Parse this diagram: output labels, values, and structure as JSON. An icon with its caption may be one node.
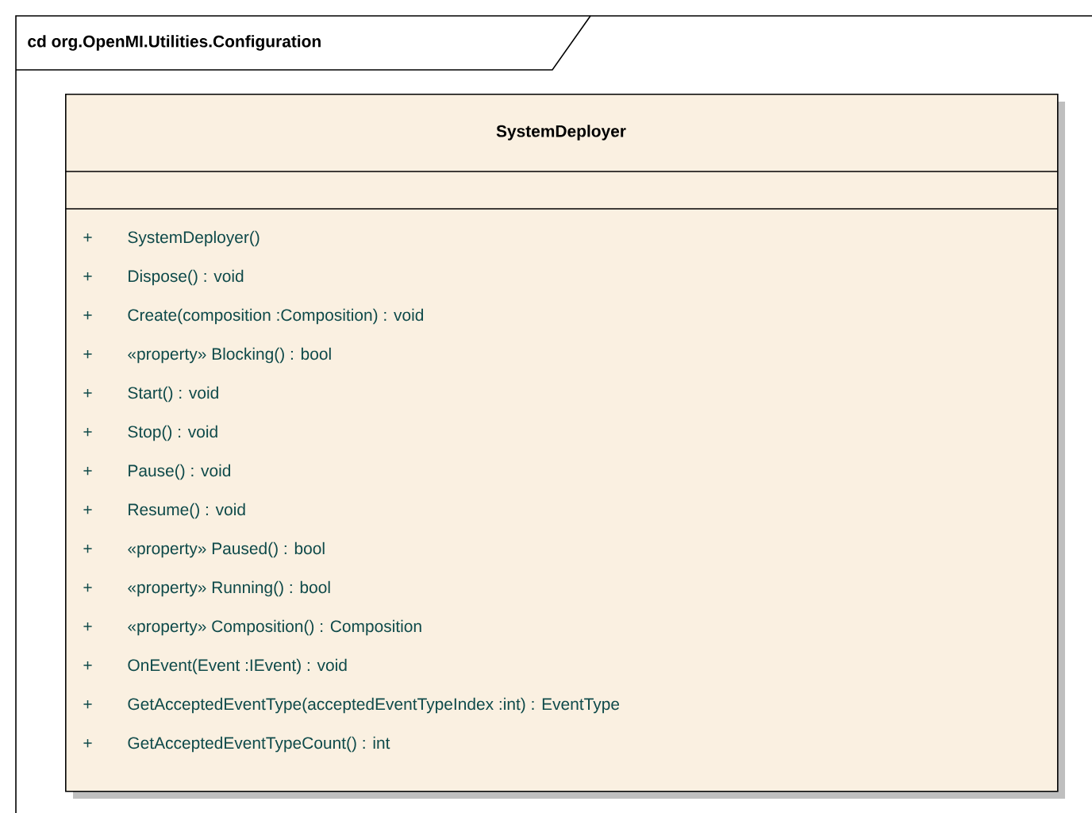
{
  "diagram": {
    "nodes": [
      {
        "text": [
          "cd org.OpenMI.Utilities.Configuration"
        ]
      },
      {
        "text": [
          "SystemDeployer",
          "+",
          "SystemDeployer()",
          "+",
          "Dispose() : void",
          "+",
          "Create(composition :Composition) : void",
          "+",
          "«property» Blocking() : bool",
          "+",
          "Start() : void",
          "+",
          "Stop() : void",
          "+",
          "Pause() : void",
          "+",
          "Resume() : void",
          "+",
          "«property» Paused() : bool",
          "+",
          "«property» Running() : bool",
          "+",
          "«property» Composition() : Composition",
          "+",
          "OnEvent(Event :IEvent) : void",
          "+",
          "GetAcceptedEventType(acceptedEventTypeIndex :int) : EventType",
          "+",
          "GetAcceptedEventTypeCount() : int"
        ],
        "in": 0
      }
    ]
  }
}
